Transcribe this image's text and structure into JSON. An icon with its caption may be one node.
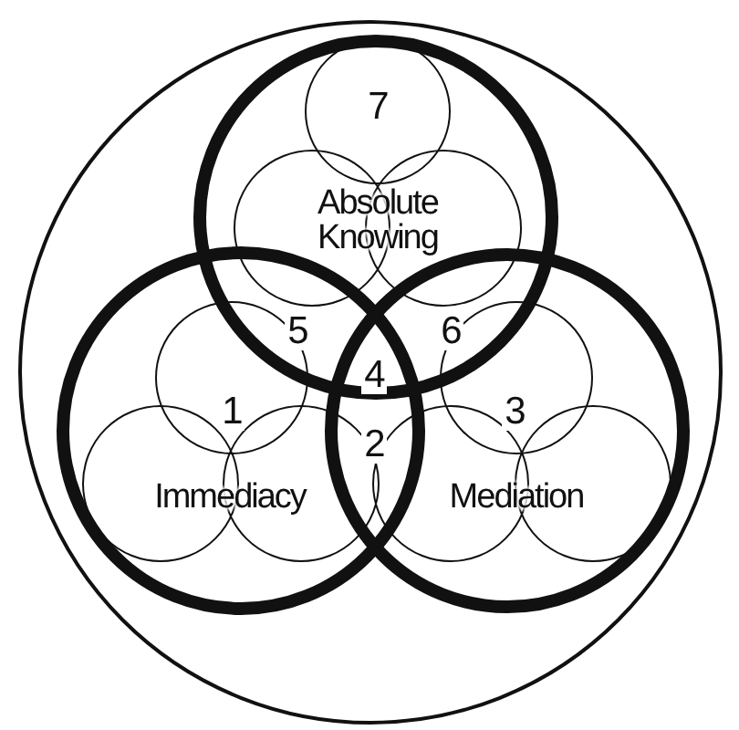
{
  "diagram": {
    "nodes": [
      {
        "text": [],
        "shape": "circle"
      },
      {
        "text": [],
        "shape": "circle",
        "in": 0
      },
      {
        "text": [],
        "shape": "circle",
        "in": 0
      },
      {
        "text": [],
        "shape": "circle",
        "in": 0
      },
      {
        "text": [],
        "shape": "circle",
        "in": 1
      },
      {
        "text": [],
        "shape": "circle",
        "in": 1
      },
      {
        "text": [],
        "shape": "circle",
        "in": 1
      },
      {
        "text": [],
        "shape": "circle",
        "in": 2
      },
      {
        "text": [],
        "shape": "circle",
        "in": 2
      },
      {
        "text": [],
        "shape": "circle",
        "in": 2
      },
      {
        "text": [],
        "shape": "circle",
        "in": 3
      },
      {
        "text": [],
        "shape": "circle",
        "in": 3
      },
      {
        "text": [],
        "shape": "circle",
        "in": 3
      }
    ],
    "labels": [
      "7",
      "Absolute Knowing",
      "5",
      "4",
      "6",
      "1",
      "3",
      "2",
      "Immediacy",
      "Mediation"
    ]
  }
}
